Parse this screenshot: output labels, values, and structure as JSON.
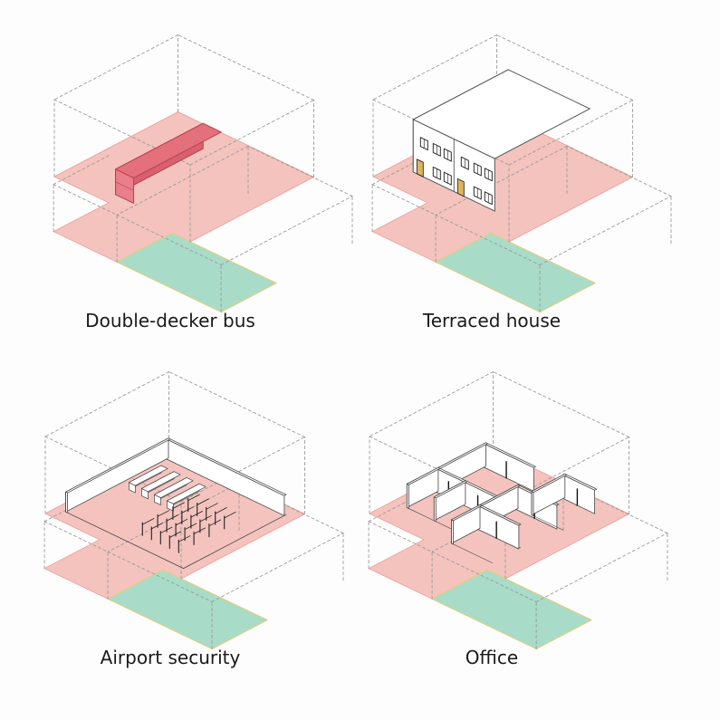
{
  "colors": {
    "floor": "#f4c3be",
    "floor_edge": "#ec9a92",
    "annex": "#a8dcc9",
    "annex_edge": "#dccf86",
    "bus": "#e4707c",
    "bus_edge": "#b8404e",
    "outline": "#7a7a7a",
    "wall": "#ffffff",
    "detail": "#2a2a2a",
    "accent": "#e0b45a",
    "caption": "#1a1a1a"
  },
  "panels": [
    {
      "id": "bus",
      "caption": "Double-decker bus",
      "scene": "bus-icon"
    },
    {
      "id": "house",
      "caption": "Terraced house",
      "scene": "house-icon"
    },
    {
      "id": "airport",
      "caption": "Airport security",
      "scene": "security-lanes-icon"
    },
    {
      "id": "office",
      "caption": "Office",
      "scene": "office-rooms-icon"
    }
  ]
}
